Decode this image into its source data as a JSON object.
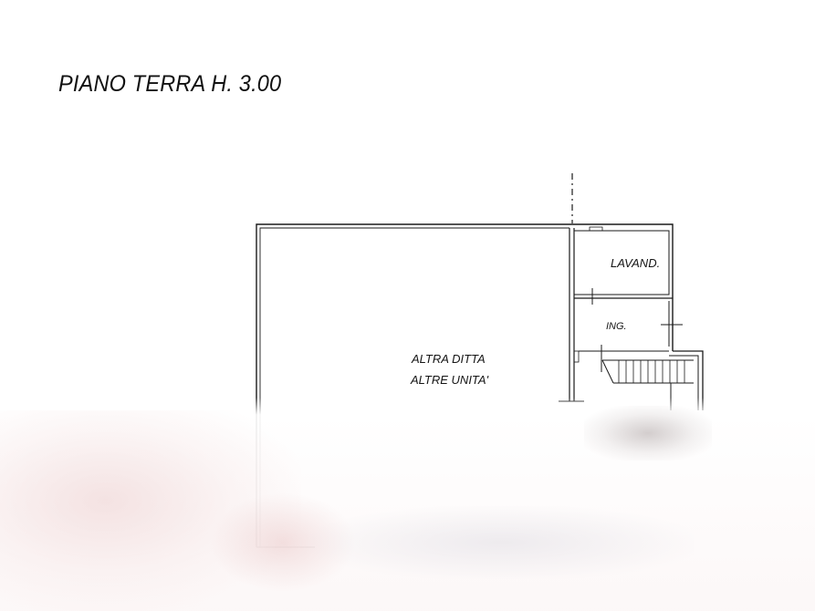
{
  "plan": {
    "title": "PIANO TERRA H. 3.00",
    "rooms": {
      "main": "ALTRA DITTA",
      "main_sub": "ALTRE UNITA'",
      "wash": "LAVAND.",
      "entrance": "ING."
    }
  },
  "colors": {
    "line": "#1a1a1a",
    "background": "#ffffff",
    "watermark": "#e9caca"
  }
}
